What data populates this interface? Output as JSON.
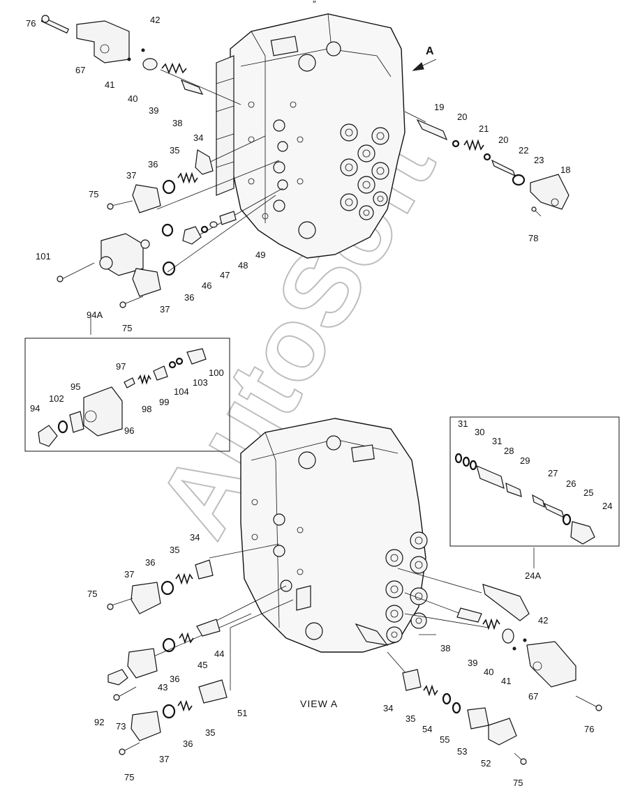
{
  "view_label": "VIEW  A",
  "arrow_label": "A",
  "watermark": "AutoSoft",
  "top_mark": "″",
  "part_numbers": [
    "76",
    "67",
    "42",
    "41",
    "40",
    "39",
    "38",
    "34",
    "35",
    "36",
    "37",
    "75",
    "101",
    "94A",
    "19",
    "20",
    "21",
    "20",
    "22",
    "23",
    "18",
    "78",
    "46",
    "47",
    "48",
    "49",
    "36",
    "37",
    "75",
    "97",
    "95",
    "102",
    "94",
    "96",
    "98",
    "99",
    "104",
    "103",
    "100",
    "31",
    "30",
    "31",
    "28",
    "29",
    "27",
    "26",
    "25",
    "24",
    "24A",
    "34",
    "35",
    "36",
    "37",
    "75",
    "36",
    "45",
    "44",
    "92",
    "43",
    "73",
    "36",
    "35",
    "51",
    "37",
    "75",
    "38",
    "39",
    "40",
    "41",
    "42",
    "67",
    "76",
    "34",
    "35",
    "54",
    "55",
    "53",
    "52",
    "75"
  ]
}
